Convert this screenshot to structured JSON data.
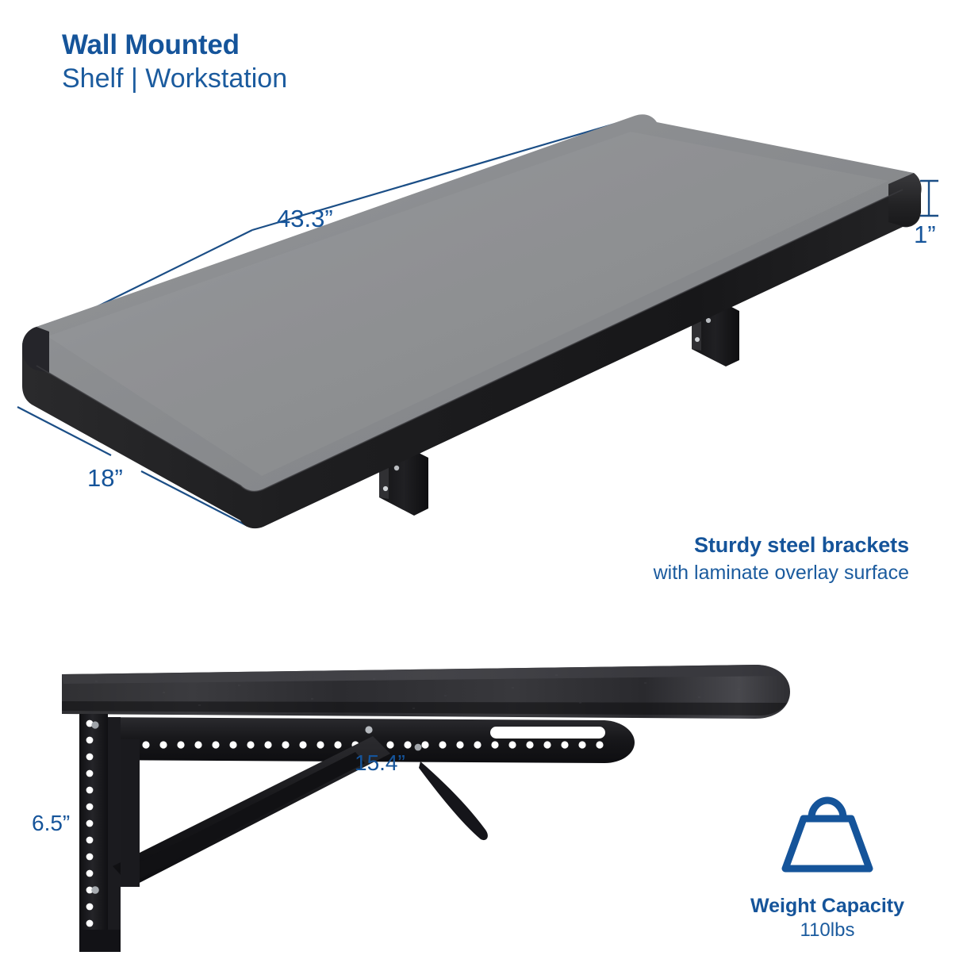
{
  "header": {
    "title_line1": "Wall Mounted",
    "title_line2": "Shelf | Workstation"
  },
  "feature": {
    "title": "Sturdy steel brackets",
    "subtitle": "with laminate overlay surface"
  },
  "dimensions": {
    "width": "43.3”",
    "thickness": "1”",
    "depth": "18”",
    "bracket_arm": "15.4”",
    "bracket_drop": "6.5”"
  },
  "weight": {
    "icon": "weight-block-icon",
    "label": "Weight Capacity",
    "value": "110lbs"
  },
  "colors": {
    "brand_blue": "#15549a",
    "brand_blue_light": "#1b5b9e",
    "shelf_top": "#8b8d90",
    "shelf_edge": "#1c1c1e",
    "background": "#ffffff"
  },
  "product": {
    "top_view_name": "wall-mounted-shelf-angled-view",
    "side_view_name": "wall-mounted-shelf-bracket-side-view"
  }
}
